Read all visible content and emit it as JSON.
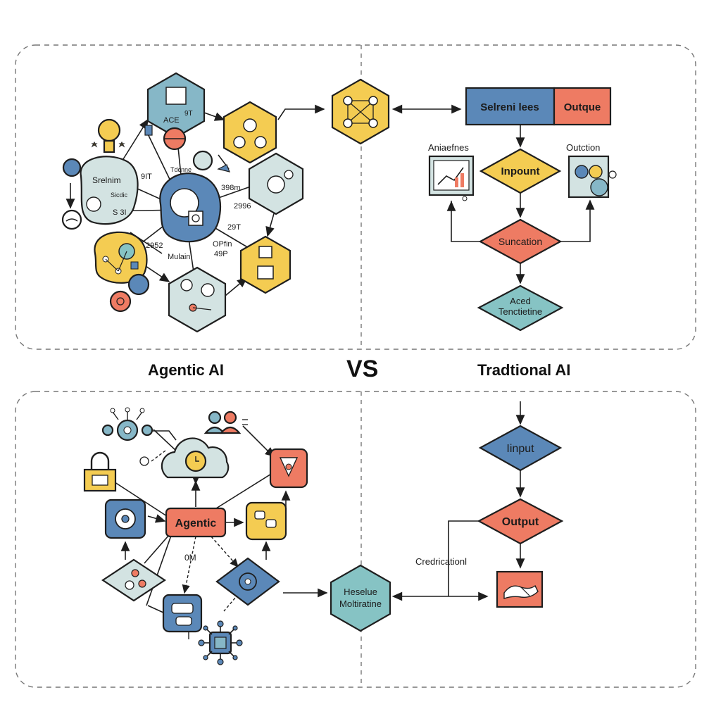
{
  "headings": {
    "left": "Agentic AI",
    "vs": "VS",
    "right": "Tradtional AI"
  },
  "top_left": {
    "hex_top_text": "ACE",
    "hex_top_sub": "9T",
    "blob_name": "Srelnim",
    "blob_sub1": "Sicdic",
    "blob_sub2": "S 3I",
    "floating": [
      "9IT",
      "Tdcnne",
      "398m",
      "2996",
      "29T",
      "2952",
      "OPfin",
      "49P",
      "Mulain"
    ]
  },
  "top_right": {
    "box_left": "Selreni lees",
    "box_right": "Outque",
    "label_left": "Aniaefnes",
    "label_right": "Outction",
    "diamond_1": "Inpount",
    "diamond_2": "Suncation",
    "diamond_3_line1": "Aced",
    "diamond_3_line2": "Tenctietine"
  },
  "bottom_left": {
    "center_box": "Agentic",
    "mid_label": "0M"
  },
  "bottom_right": {
    "hex_line1": "Heselue",
    "hex_line2": "Moltiratine",
    "diamond_input": "Iinput",
    "diamond_output": "Output",
    "side_label": "Credricationl"
  },
  "colors": {
    "blue": "#5b88b8",
    "yellow": "#f4cc52",
    "teal": "#86c3c4",
    "coral": "#ee7b63",
    "pale": "#d3e3e2",
    "red": "#e0513f"
  }
}
